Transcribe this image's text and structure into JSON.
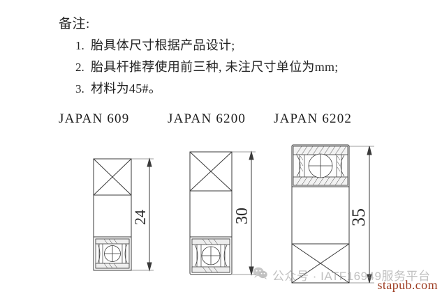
{
  "notes": {
    "title": "备注:",
    "items": [
      {
        "num": "1.",
        "text": "胎具体尺寸根据产品设计;"
      },
      {
        "num": "2.",
        "text": "胎具杆推荐使用前三种, 未注尺寸单位为mm;"
      },
      {
        "num": "3.",
        "text": "材料为45#。"
      }
    ]
  },
  "drawings": [
    {
      "label": "JAPAN 609",
      "dimension": "24",
      "bearing_position": "bottom"
    },
    {
      "label": "JAPAN 6200",
      "dimension": "30",
      "bearing_position": "bottom"
    },
    {
      "label": "JAPAN 6202",
      "dimension": "35",
      "bearing_position": "top"
    }
  ],
  "watermark": {
    "icon": "wechat-icon",
    "text": "公众号 · IATF16949服务平台",
    "site": "stapub.com"
  },
  "colors": {
    "page_background": "#ffffff",
    "line": "#3a3a3a",
    "text": "#232323",
    "watermark_text": "#8d8d8d",
    "site_credit": "#9c3b20"
  }
}
